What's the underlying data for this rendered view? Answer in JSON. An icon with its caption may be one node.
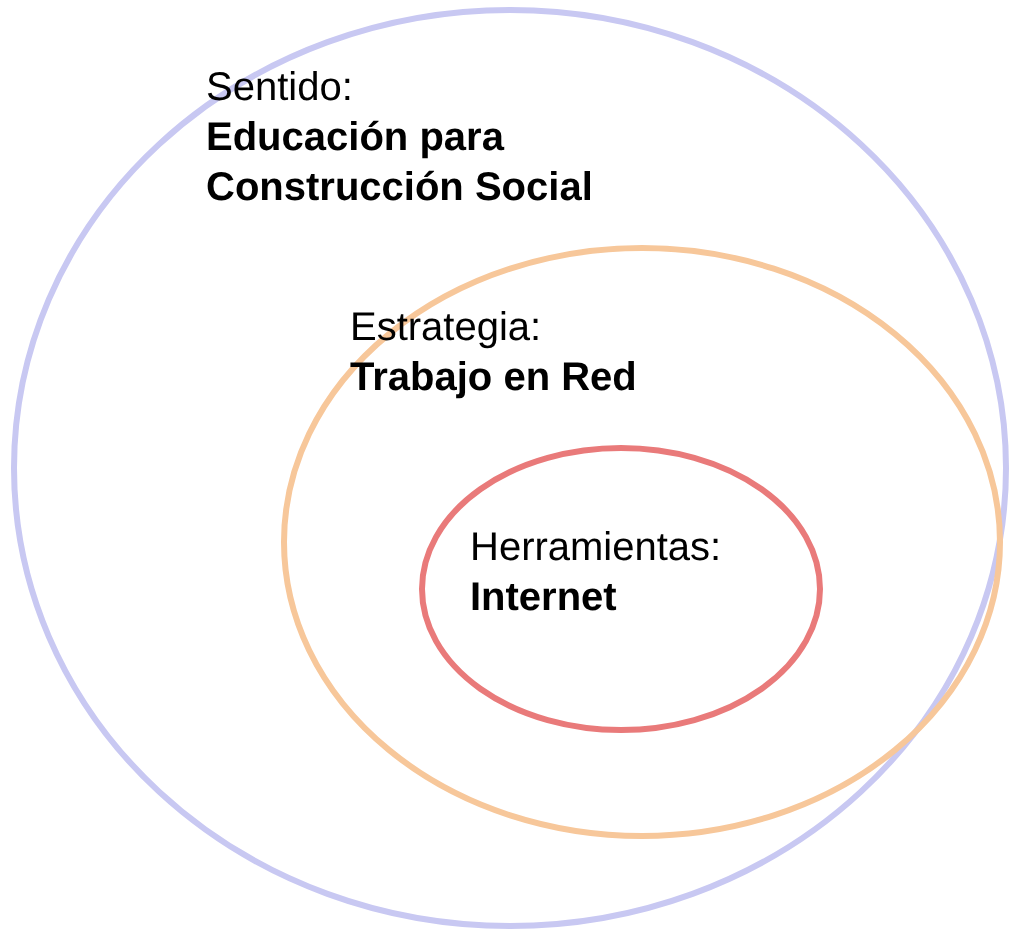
{
  "diagram": {
    "nodes": [
      {
        "text": [
          "Sentido:",
          "Educación para Construcción Social"
        ]
      },
      {
        "text": [
          "Estrategia:",
          "Trabajo en Red"
        ],
        "in": 0
      },
      {
        "text": [
          "Herramientas:",
          "Internet"
        ],
        "in": 1
      }
    ]
  }
}
